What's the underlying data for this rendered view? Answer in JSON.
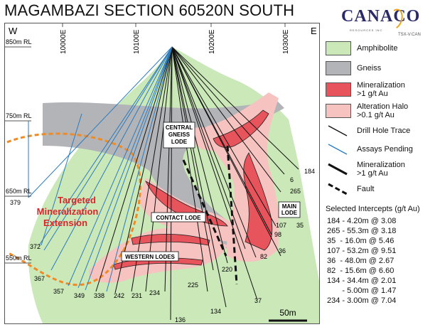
{
  "title": "MAGAMBAZI SECTION 60520N SOUTH",
  "logo": {
    "brand": "CANACO",
    "tagline": "RESOURCES INC",
    "ticker": "TSX-V:CAN"
  },
  "colors": {
    "amphibolite": "#cbe8b9",
    "gneiss": "#b2b4b8",
    "mineralization": "#e8545c",
    "alteration_halo": "#f6c3c0",
    "drill_hole": "#111111",
    "assays_pending": "#2b7bbf",
    "target_extension": "#f08a24",
    "target_text": "#d9262b"
  },
  "compass": {
    "west": "W",
    "east": "E"
  },
  "northings": [
    "10000E",
    "10100E",
    "10200E",
    "10300E"
  ],
  "rl_levels": [
    "850m RL",
    "750m RL",
    "650m RL",
    "550m RL"
  ],
  "labels": {
    "central_gneiss_lode": [
      "CENTRAL",
      "GNEISS",
      "LODE"
    ],
    "contact_lode": "CONTACT LODE",
    "western_lodes": "WESTERN LODES",
    "main_lode": [
      "MAIN",
      "LODE"
    ],
    "target": [
      "Targeted",
      "Mineralization",
      "Extension"
    ],
    "scale": "50m"
  },
  "hole_ids": [
    "6",
    "184",
    "265",
    "107",
    "98",
    "35",
    "36",
    "82",
    "220",
    "37",
    "134",
    "225",
    "136",
    "234",
    "231",
    "242",
    "338",
    "349",
    "357",
    "367",
    "372",
    "379"
  ],
  "legend": [
    {
      "type": "swatch",
      "color": "#cbe8b9",
      "label": [
        "Amphibolite"
      ]
    },
    {
      "type": "swatch",
      "color": "#b2b4b8",
      "label": [
        "Gneiss"
      ]
    },
    {
      "type": "swatch",
      "color": "#e8545c",
      "label": [
        "Mineralization",
        ">1 g/t Au"
      ]
    },
    {
      "type": "swatch",
      "color": "#f6c3c0",
      "label": [
        "Alteration Halo",
        ">0.1 g/t Au"
      ]
    },
    {
      "type": "line-thin",
      "color": "#111111",
      "label": [
        "Drill Hole Trace"
      ]
    },
    {
      "type": "line-thin",
      "color": "#2b7bbf",
      "label": [
        "Assays Pending"
      ]
    },
    {
      "type": "line-thick",
      "color": "#111111",
      "label": [
        "Mineralization",
        ">1 g/t Au"
      ]
    },
    {
      "type": "line-dash",
      "color": "#111111",
      "label": [
        "Fault"
      ]
    }
  ],
  "intercepts_header": "Selected Intercepts (g/t Au)",
  "intercepts": [
    "184 - 4.20m @ 3.08",
    "265 - 55.3m @ 3.18",
    "35  - 16.0m @ 5.46",
    "107 - 53.2m @ 9.51",
    "36  - 48.0m @ 2.67",
    "82  - 15.6m @ 6.60",
    "134 - 34.4m @ 2.01",
    "       - 5.00m @ 1.47",
    "234 - 3.00m @ 7.04"
  ]
}
